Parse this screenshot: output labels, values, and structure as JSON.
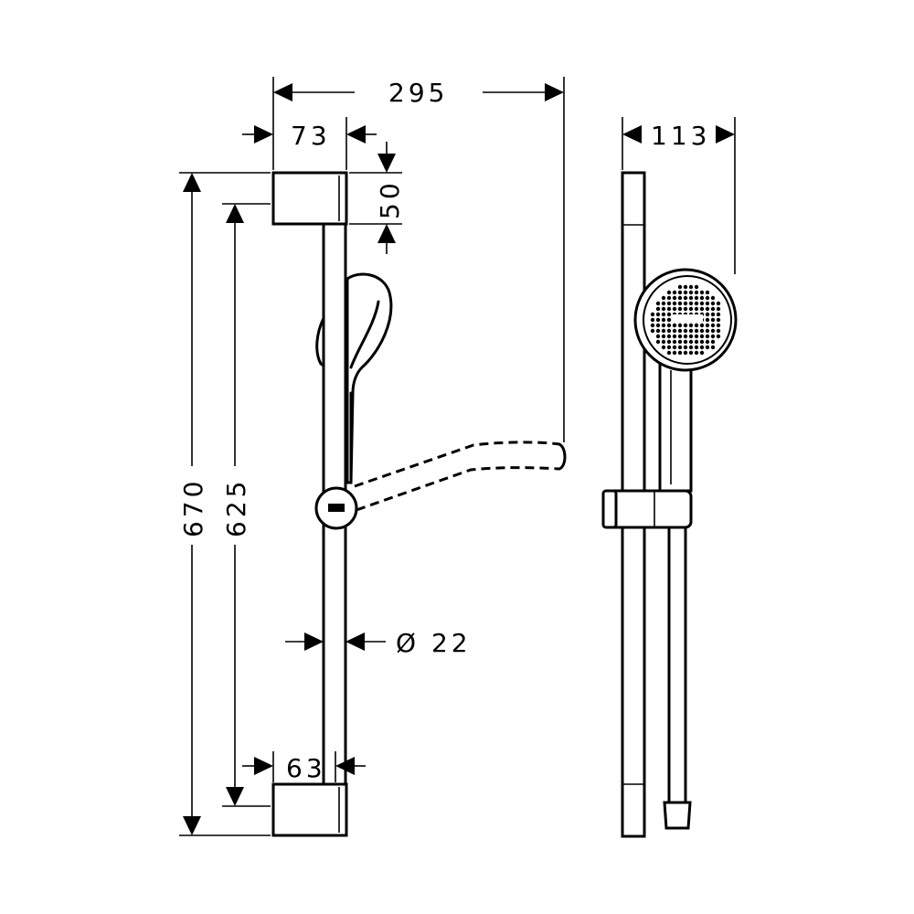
{
  "dimensions": {
    "overall_width": "295",
    "bracket_width": "73",
    "bracket_height": "50",
    "side_depth": "113",
    "overall_height": "670",
    "rail_length": "625",
    "rail_diameter": "Ø 22",
    "bottom_bracket_width": "63"
  }
}
